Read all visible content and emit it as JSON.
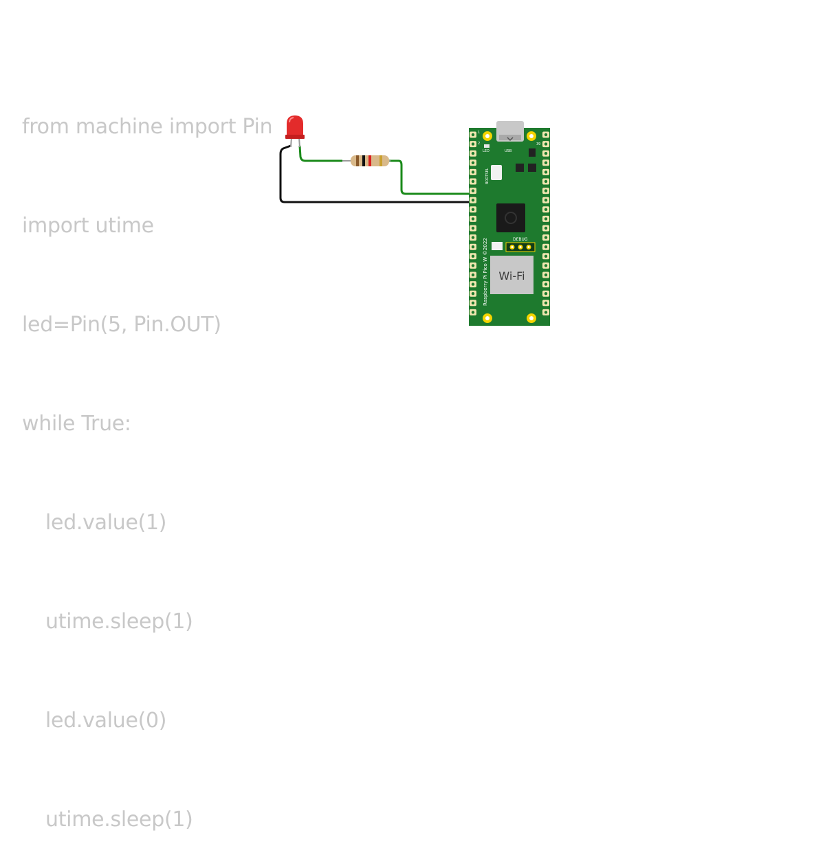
{
  "code": {
    "lines": [
      {
        "text": "from machine import Pin",
        "indent": 0
      },
      {
        "text": "import utime",
        "indent": 0
      },
      {
        "text": "led=Pin(5, Pin.OUT)",
        "indent": 0
      },
      {
        "text": "while True:",
        "indent": 0
      },
      {
        "text": "led.value(1)",
        "indent": 1
      },
      {
        "text": "utime.sleep(1)",
        "indent": 1
      },
      {
        "text": "led.value(0)",
        "indent": 1
      },
      {
        "text": "utime.sleep(1)",
        "indent": 1
      }
    ]
  },
  "board": {
    "name_label": "Raspberry Pi Pico W ©2022",
    "led_label": "LED",
    "usb_label": "USB",
    "bootsel_label": "BOOTSEL",
    "debug_label": "DEBUG",
    "wifi_label": "Wi-Fi",
    "pin_label_top_left": "1",
    "pin_label_top_left_2": "2",
    "pin_label_top_right": "39",
    "color": "#1e7a2e"
  },
  "components": {
    "led_color": "#e32b2b",
    "resistor_body_color": "#d9b98a",
    "wire_signal_color": "#1a8a1a",
    "wire_ground_color": "#111111"
  }
}
